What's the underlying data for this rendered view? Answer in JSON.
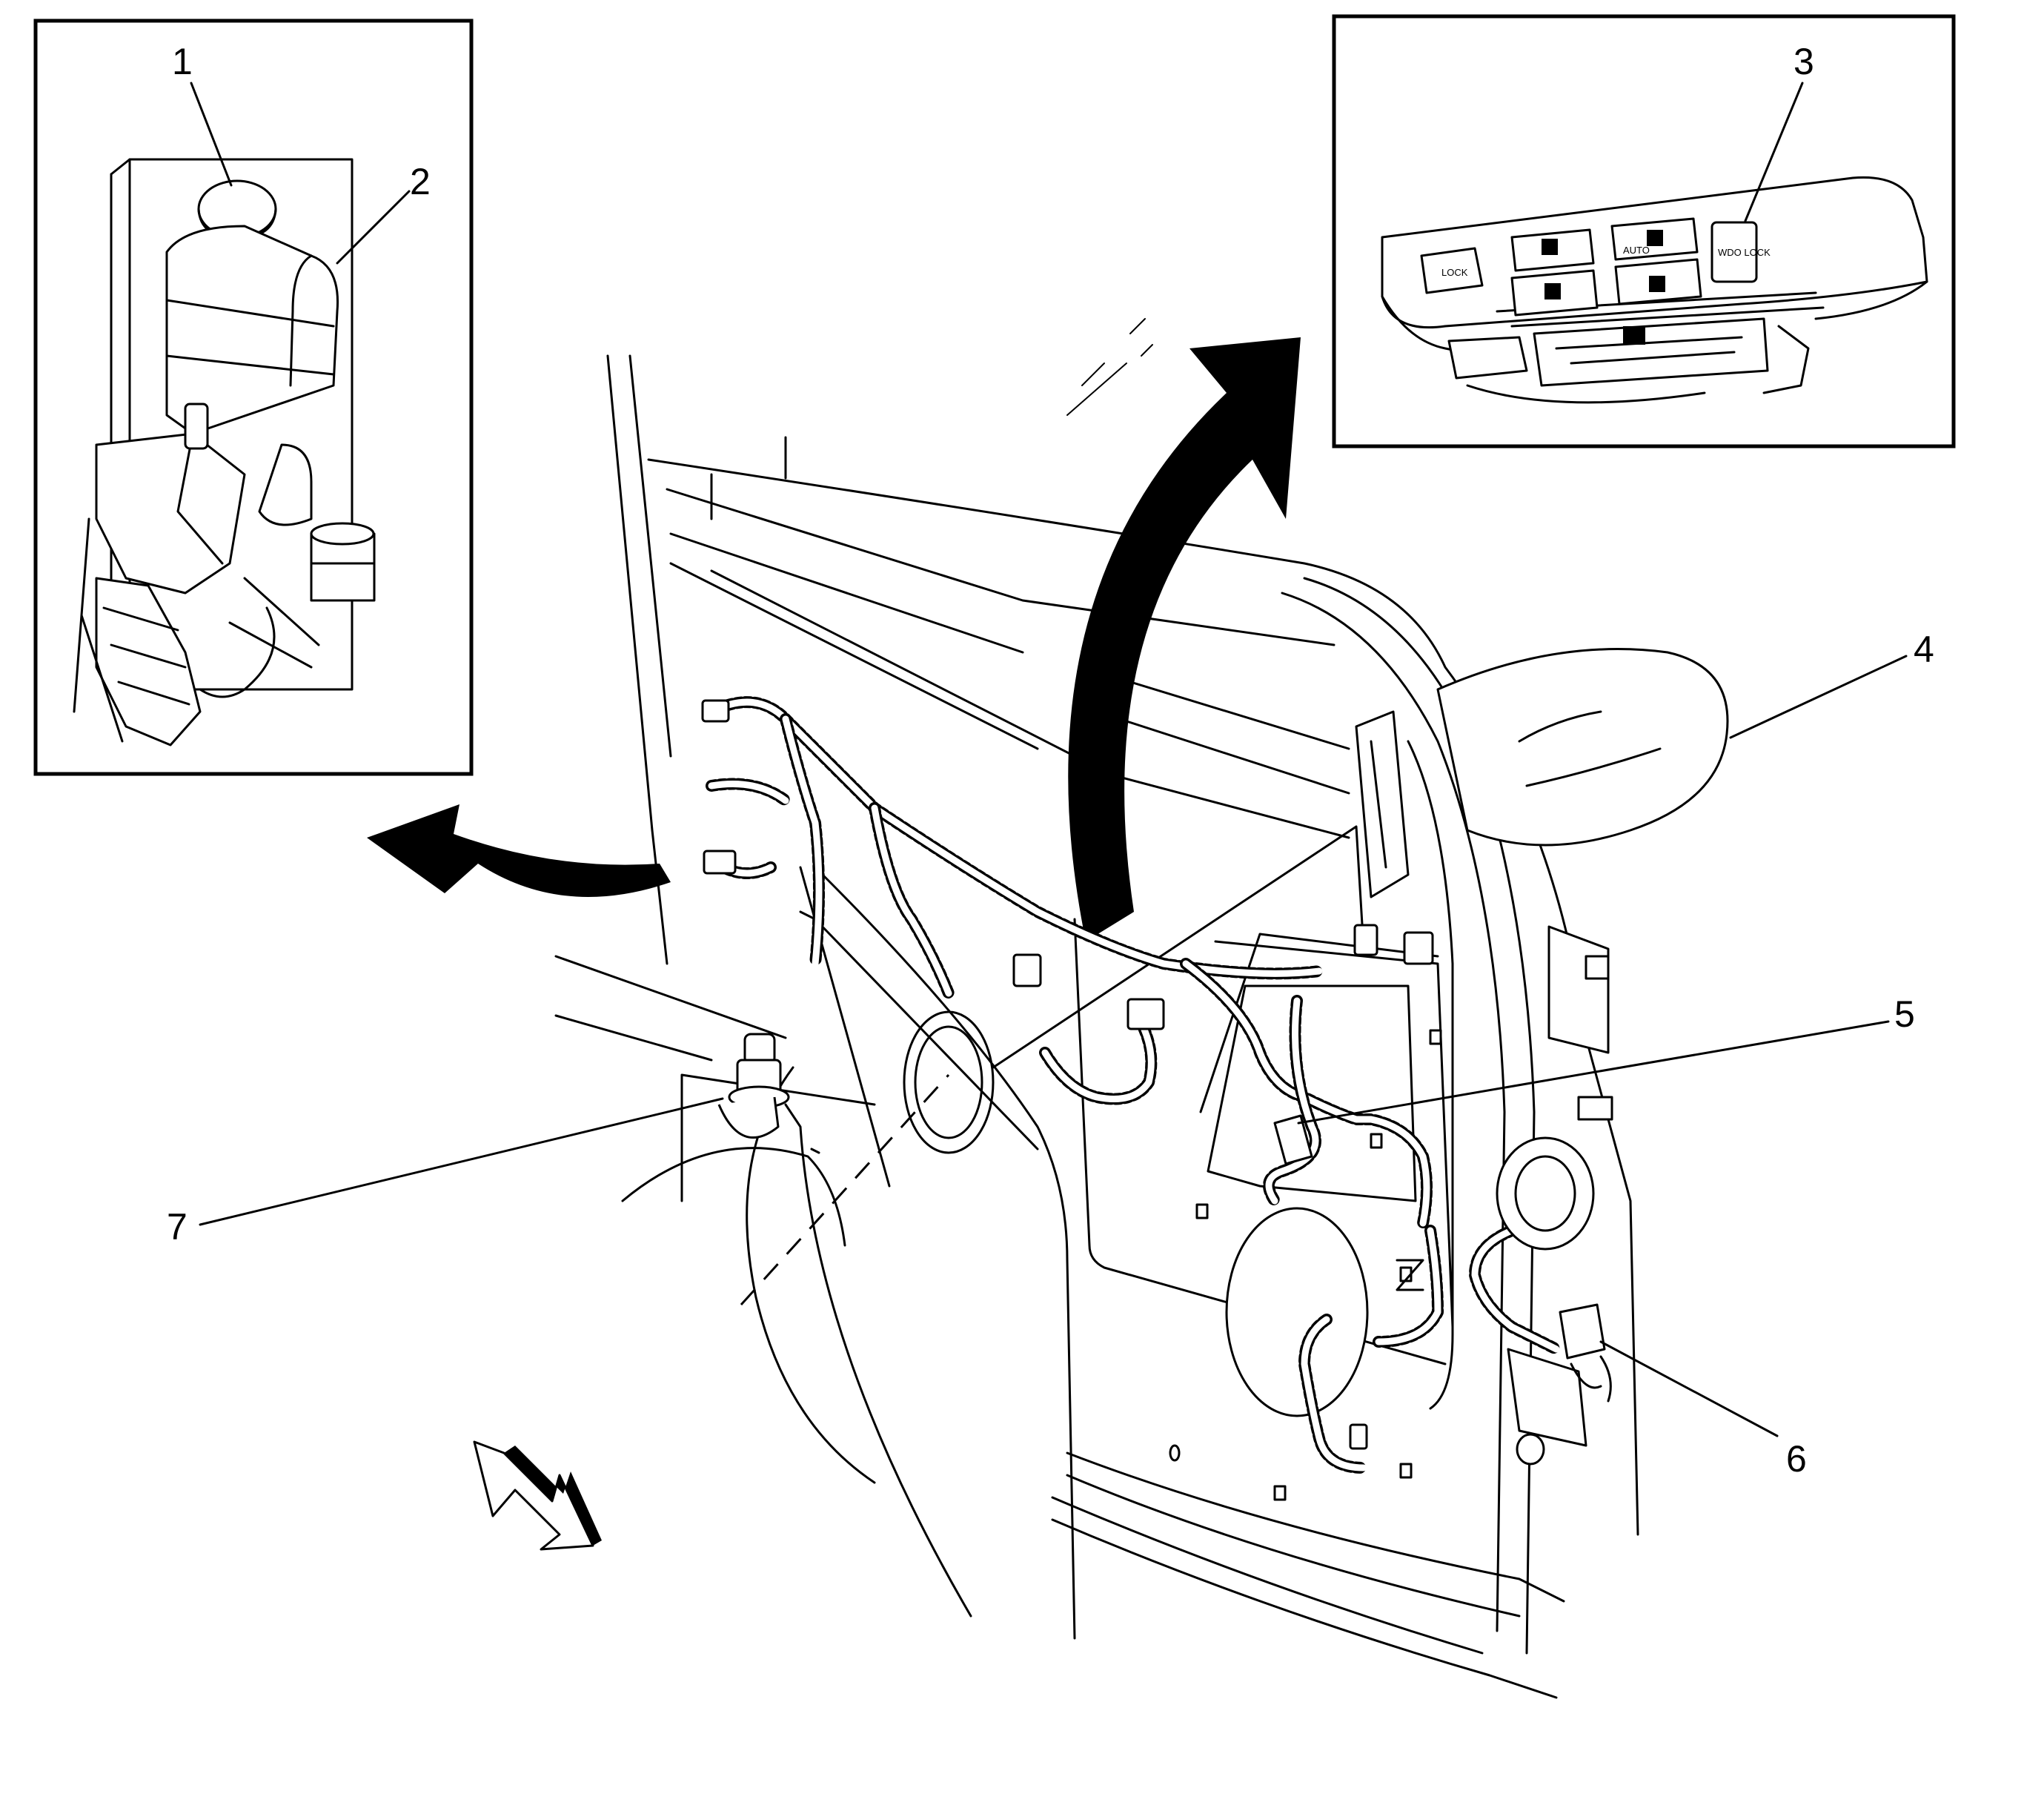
{
  "figure": {
    "callouts": [
      {
        "id": "1",
        "label": "1"
      },
      {
        "id": "2",
        "label": "2"
      },
      {
        "id": "3",
        "label": "3"
      },
      {
        "id": "4",
        "label": "4"
      },
      {
        "id": "5",
        "label": "5"
      },
      {
        "id": "6",
        "label": "6"
      },
      {
        "id": "7",
        "label": "7"
      }
    ],
    "switch_labels": {
      "lock": "LOCK",
      "auto": "AUTO",
      "wdo_lock": "WDO LOCK"
    }
  }
}
